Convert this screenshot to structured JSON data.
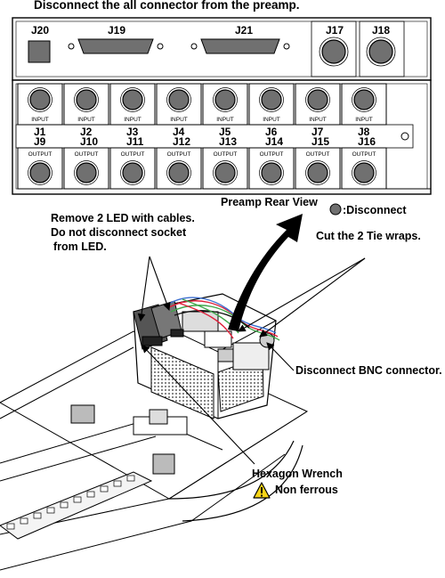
{
  "instruction_title": "Disconnect the all connector from the preamp.",
  "top_panel": {
    "connectors": [
      {
        "id": "J20",
        "shape": "square"
      },
      {
        "id": "J19",
        "shape": "dsub"
      },
      {
        "id": "J21",
        "shape": "dsub"
      },
      {
        "id": "J17",
        "shape": "round"
      },
      {
        "id": "J18",
        "shape": "round"
      }
    ]
  },
  "input_row": {
    "sub_label": "INPUT",
    "ports": [
      "J1",
      "J2",
      "J3",
      "J4",
      "J5",
      "J6",
      "J7",
      "J8"
    ]
  },
  "output_row": {
    "sub_label": "OUTPUT",
    "ports": [
      "J9",
      "J10",
      "J11",
      "J12",
      "J13",
      "J14",
      "J15",
      "J16"
    ]
  },
  "view_label": "Preamp Rear View",
  "legend": {
    "text": ":Disconnect",
    "marker_color": "#707070"
  },
  "callouts": {
    "led_line1": "Remove 2 LED with cables.",
    "led_line2": "Do not disconnect socket",
    "led_line3": "from LED.",
    "tie_wraps": "Cut the 2 Tie wraps.",
    "bnc": "Disconnect BNC connector.",
    "wrench": "Hexagon Wrench",
    "non_ferrous": "Non ferrous"
  },
  "colors": {
    "disconnect_marker": "#707070",
    "caution_fill": "#f7d417",
    "wire_red": "#e0203a",
    "wire_green": "#3fa64a",
    "wire_blue": "#3c6fd1"
  },
  "icons": {
    "caution": "warning-triangle-icon"
  }
}
